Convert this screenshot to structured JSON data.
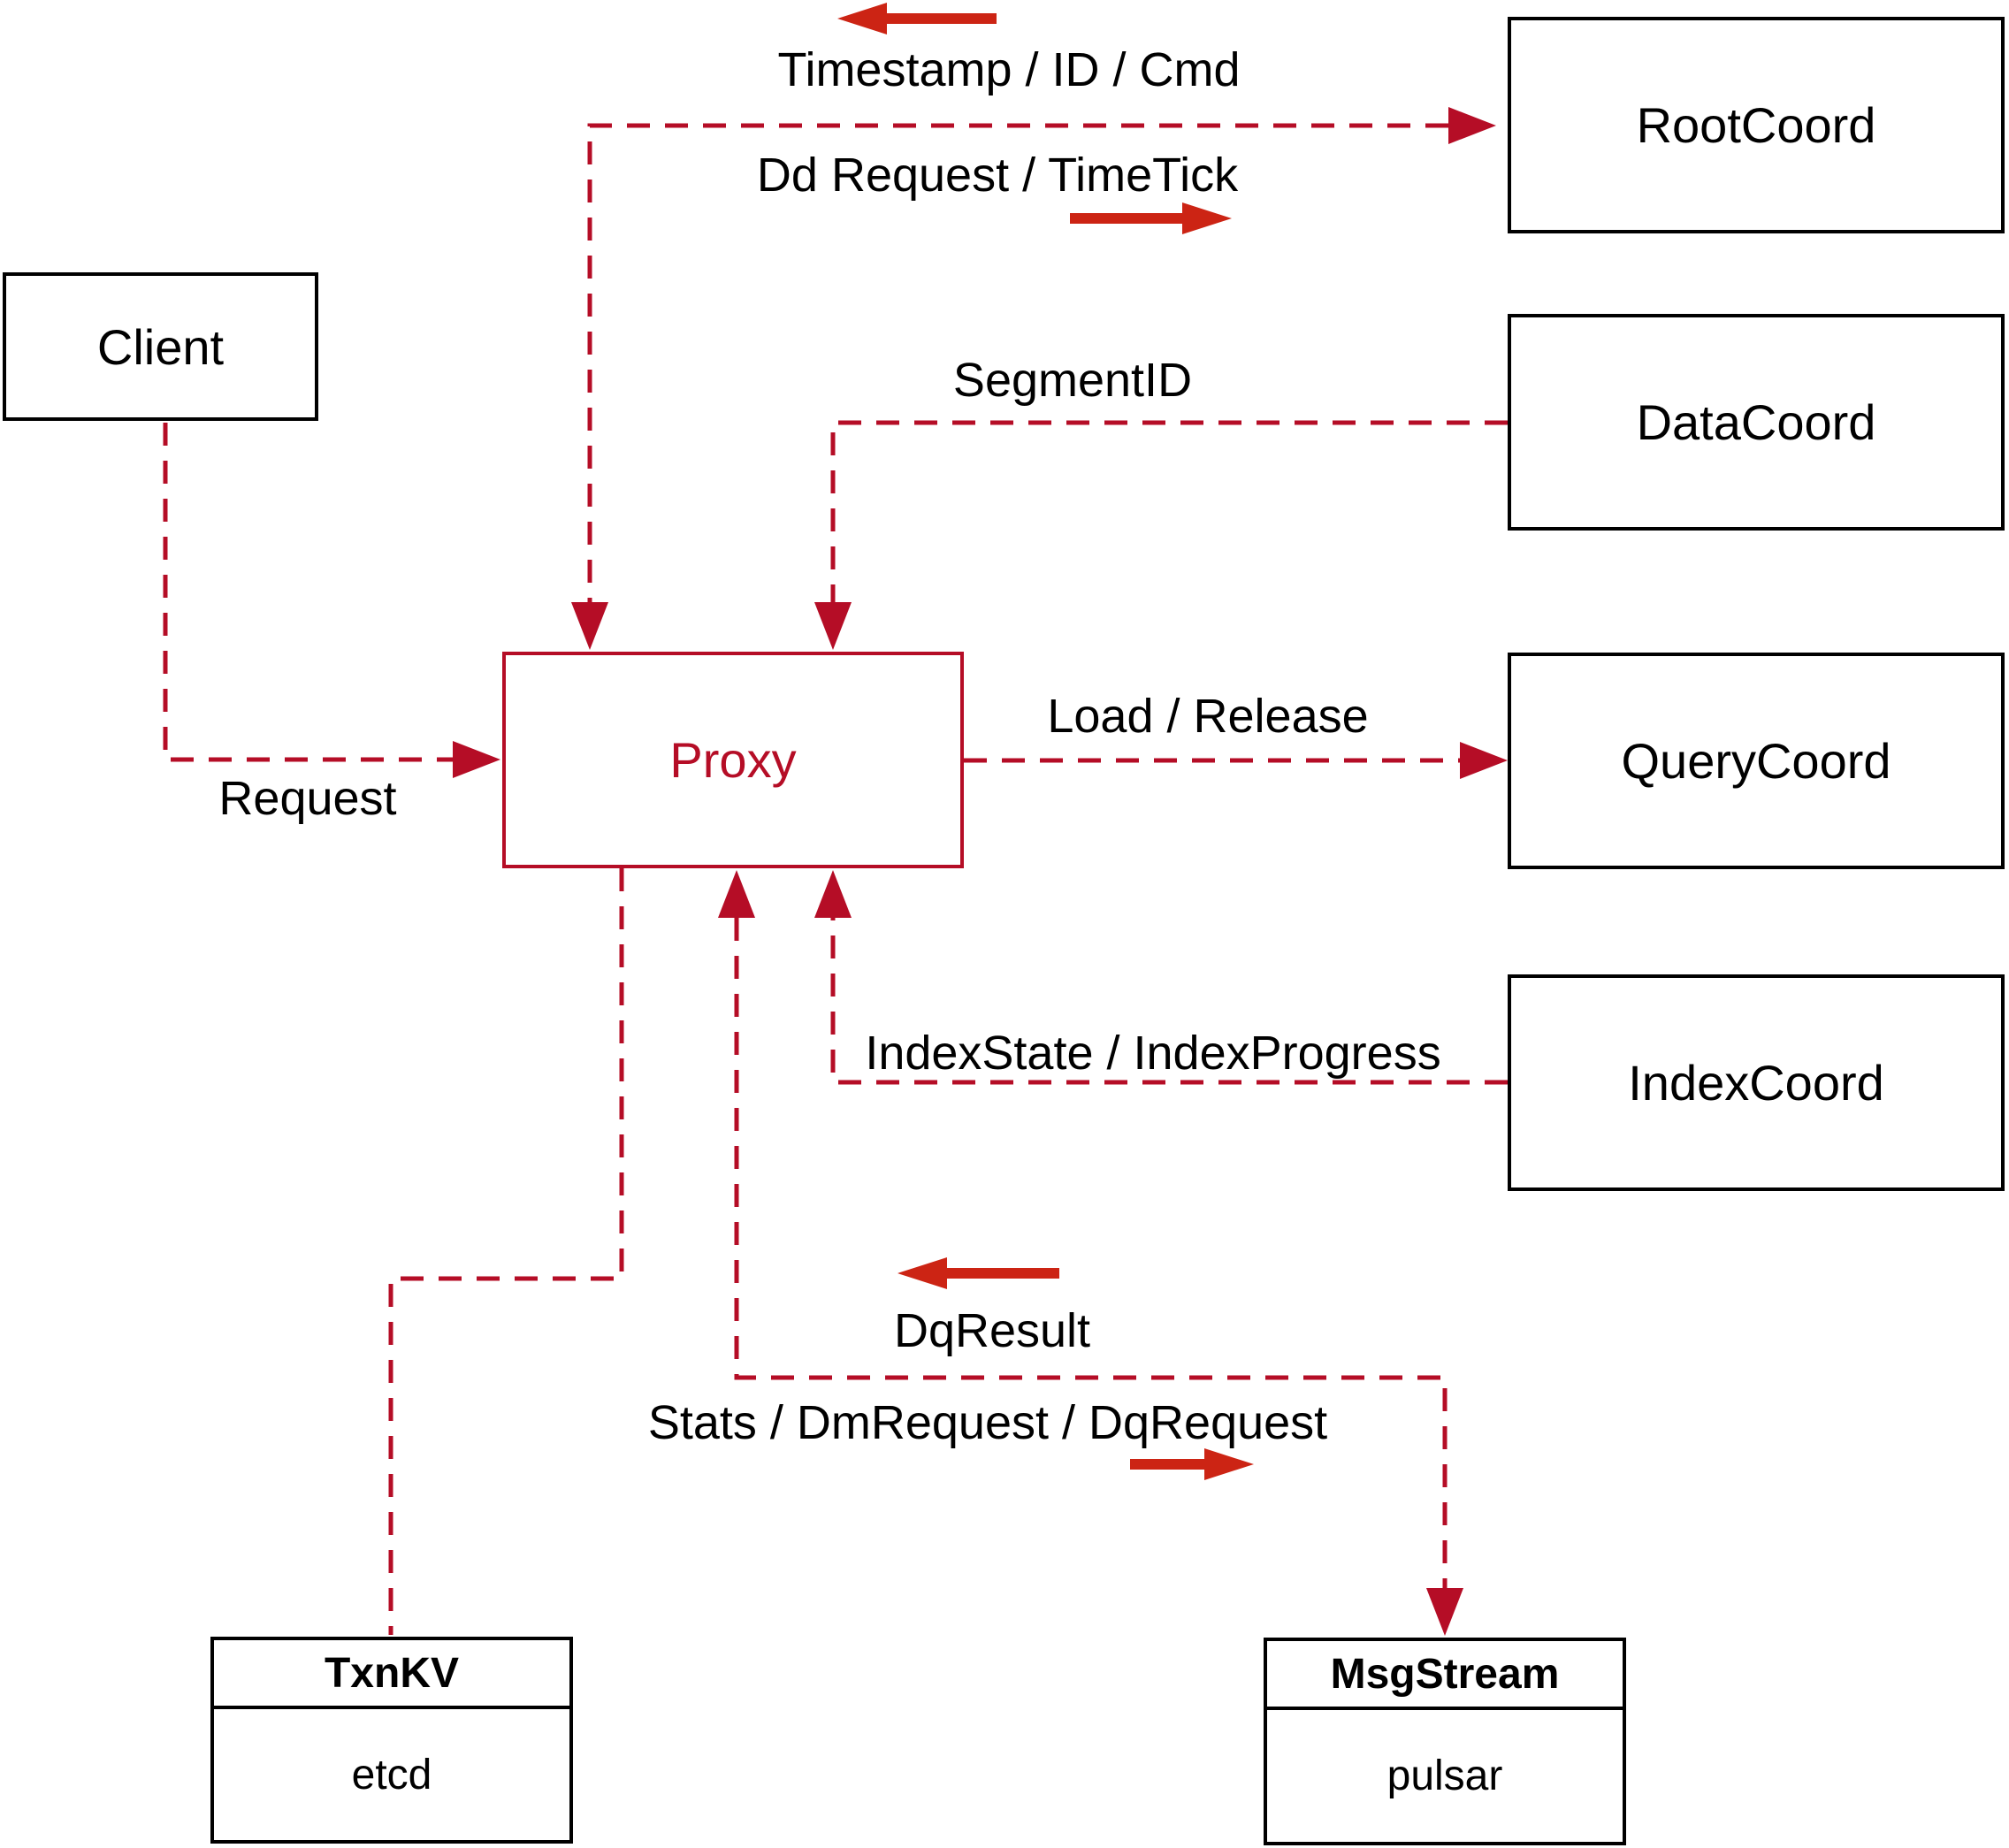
{
  "diagram": {
    "nodes": {
      "client": {
        "label": "Client"
      },
      "proxy": {
        "label": "Proxy"
      },
      "root_coord": {
        "label": "RootCoord"
      },
      "data_coord": {
        "label": "DataCoord"
      },
      "query_coord": {
        "label": "QueryCoord"
      },
      "index_coord": {
        "label": "IndexCoord"
      },
      "txn_kv": {
        "title": "TxnKV",
        "impl": "etcd"
      },
      "msg_stream": {
        "title": "MsgStream",
        "impl": "pulsar"
      }
    },
    "edge_labels": {
      "request": "Request",
      "timestamp_id_cmd": "Timestamp / ID / Cmd",
      "dd_request_timetick": "Dd Request / TimeTick",
      "segment_id": "SegmentID",
      "load_release": "Load / Release",
      "index_state_progress": "IndexState / IndexProgress",
      "dq_result": "DqResult",
      "stats_dm_dq": "Stats / DmRequest / DqRequest"
    },
    "colors": {
      "line": "#b50d26",
      "arrow": "#cc2414",
      "box_border": "#000000",
      "text": "#000000"
    }
  }
}
